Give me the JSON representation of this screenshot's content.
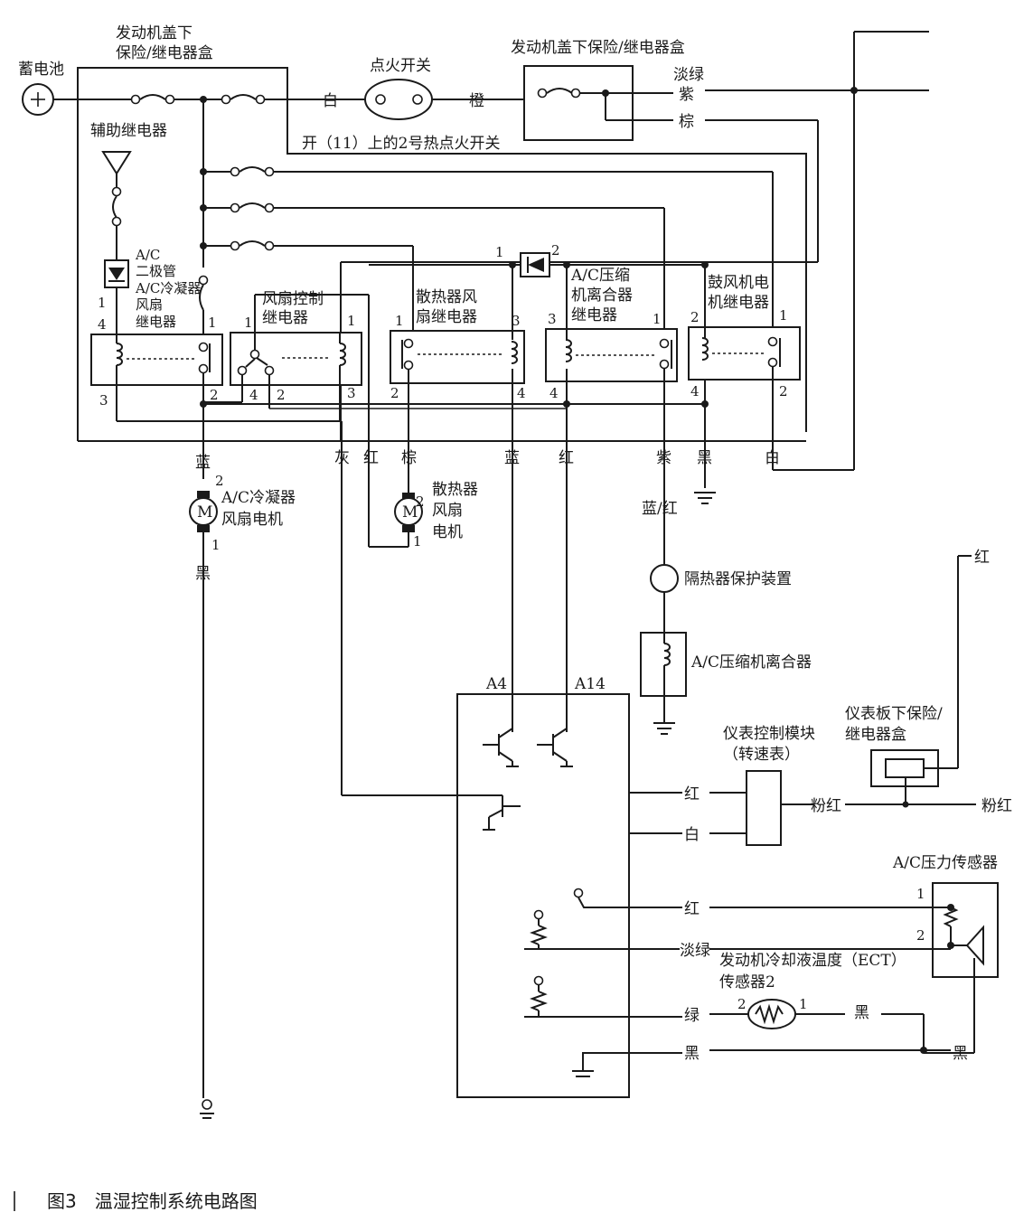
{
  "labels": {
    "battery": "蓄电池",
    "hood_box_1": "发动机盖下",
    "hood_box_2": "保险/继电器盒",
    "ignition_switch": "点火开关",
    "hood_box_right": "发动机盖下保险/继电器盒",
    "aux_relay": "辅助继电器",
    "ig_hot_note": "开（11）上的2号热点火开关",
    "ac_diode_1": "A/C",
    "ac_diode_2": "二极管",
    "cond_relay_1": "A/C冷凝器",
    "cond_relay_2": "风扇",
    "cond_relay_3": "继电器",
    "fan_ctrl_1": "风扇控制",
    "fan_ctrl_2": "继电器",
    "rad_relay_1": "散热器风",
    "rad_relay_2": "扇继电器",
    "clutch_relay_1": "A/C压缩",
    "clutch_relay_2": "机离合器",
    "clutch_relay_3": "继电器",
    "blower_relay_1": "鼓风机电",
    "blower_relay_2": "机继电器",
    "cond_motor_1": "A/C冷凝器",
    "cond_motor_2": "风扇电机",
    "rad_motor_1": "散热器",
    "rad_motor_2": "风扇",
    "rad_motor_3": "电机",
    "thermal_protector": "隔热器保护装置",
    "ac_clutch": "A/C压缩机离合器",
    "gauge_1": "仪表控制模块",
    "gauge_2": "（转速表）",
    "dash_box_1": "仪表板下保险/",
    "dash_box_2": "继电器盒",
    "pressure_sensor": "A/C压力传感器",
    "ect_1": "发动机冷却液温度（ECT）",
    "ect_2": "传感器2",
    "ecm_a4": "A4",
    "ecm_a14": "A14",
    "motor_symbol": "M",
    "caption": "图3　温湿控制系统电路图"
  },
  "wires": {
    "white": "白",
    "orange": "橙",
    "light_green": "淡绿",
    "purple": "紫",
    "brown": "棕",
    "blue": "蓝",
    "black": "黑",
    "gray": "灰",
    "red": "红",
    "blue_red": "蓝/红",
    "pink": "粉红",
    "green": "绿"
  },
  "pins": [
    "1",
    "2",
    "3",
    "4"
  ]
}
